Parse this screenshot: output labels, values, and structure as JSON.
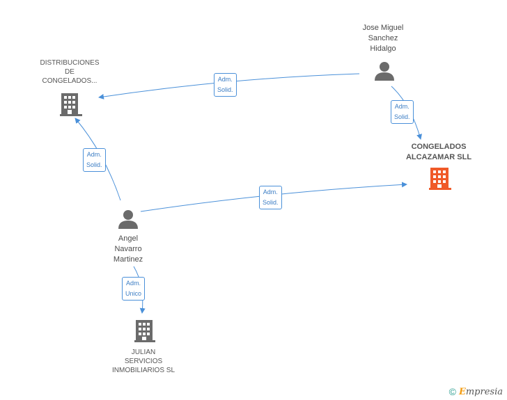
{
  "nodes": {
    "distribuciones": {
      "label": "DISTRIBUCIONES\nDE\nCONGELADOS...",
      "type": "company"
    },
    "jose": {
      "label": "Jose Miguel\nSanchez\nHidalgo",
      "type": "person"
    },
    "congelados": {
      "label": "CONGELADOS\nALCAZAMAR SLL",
      "type": "company-main"
    },
    "angel": {
      "label": "Angel\nNavarro\nMartinez",
      "type": "person"
    },
    "julian": {
      "label": "JULIAN\nSERVICIOS\nINMOBILIARIOS SL",
      "type": "company"
    }
  },
  "edges": {
    "jose_distribuciones": {
      "label": "Adm.\nSolid."
    },
    "jose_congelados": {
      "label": "Adm.\nSolid."
    },
    "angel_distribuciones": {
      "label": "Adm.\nSolid."
    },
    "angel_congelados": {
      "label": "Adm.\nSolid."
    },
    "angel_julian": {
      "label": "Adm.\nUnico"
    }
  },
  "footer": {
    "copyright_symbol": "©",
    "brand_initial": "E",
    "brand_rest": "mpresia"
  },
  "colors": {
    "edge": "#4a90d9",
    "company_icon": "#6b6b6b",
    "main_company_icon": "#f05a28",
    "person_icon": "#6b6b6b"
  }
}
